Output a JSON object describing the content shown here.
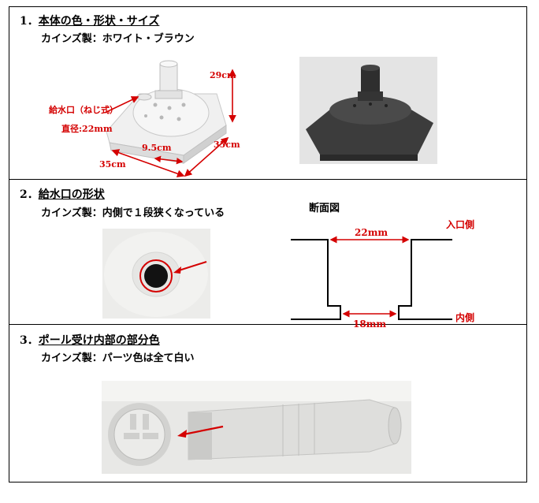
{
  "section1": {
    "number": "1．",
    "title": "本体の色・形状・サイズ",
    "subtitle": "カインズ製：ホワイト・ブラウン",
    "labels": {
      "height": "29cm",
      "inlet": "給水口（ねじ式）",
      "diameter": "直径:22mm",
      "small_width": "9.5cm",
      "depth": "35cm",
      "width": "35cm"
    }
  },
  "section2": {
    "number": "2．",
    "title": "給水口の形状",
    "subtitle": "カインズ製：内側で１段狭くなっている",
    "diagram": {
      "title": "断面図",
      "top_width": "22mm",
      "bottom_width": "18mm",
      "inlet_side": "入口側",
      "inner_side": "内側"
    }
  },
  "section3": {
    "number": "3．",
    "title": "ポール受け内部の部分色",
    "subtitle": "カインズ製：パーツ色は全て白い"
  },
  "colors": {
    "accent": "#d40000",
    "line": "#000000"
  }
}
